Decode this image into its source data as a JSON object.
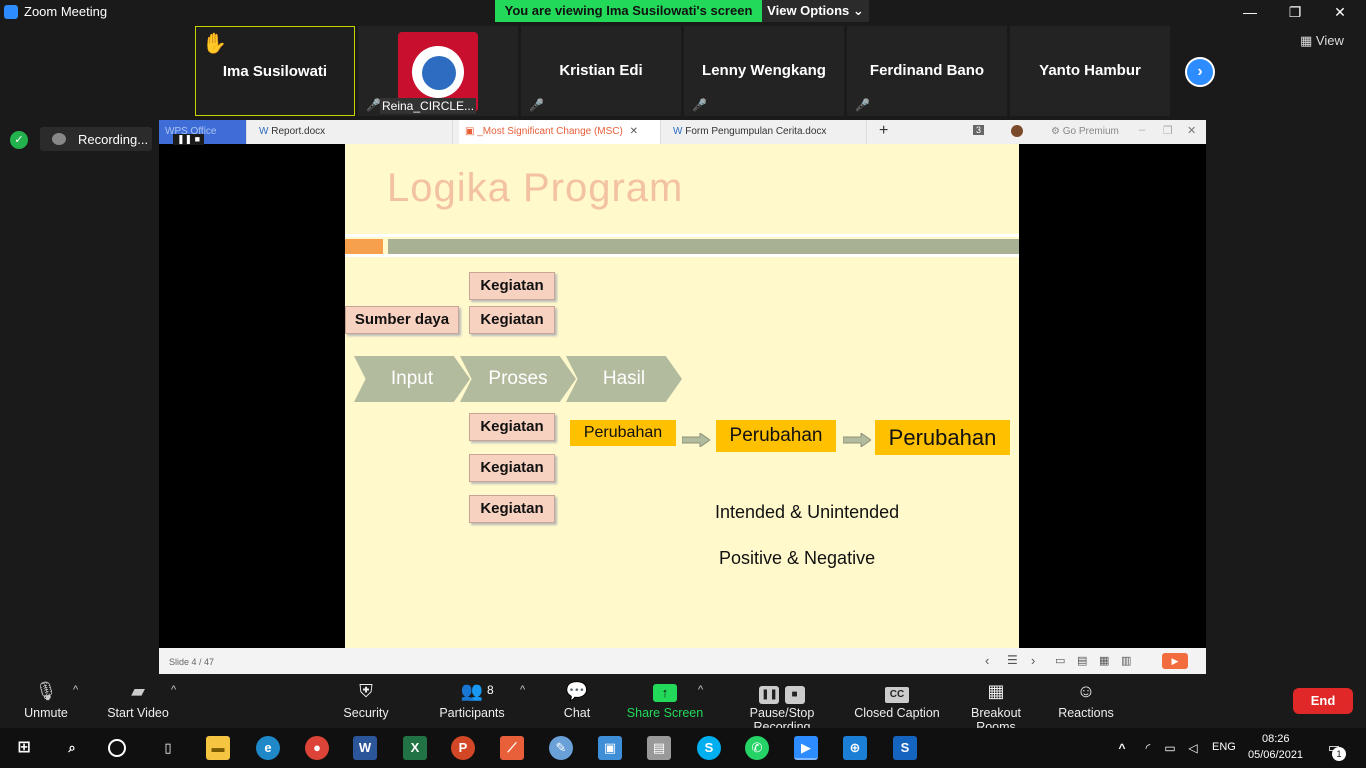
{
  "window": {
    "title": "Zoom Meeting",
    "viewing_banner": "You are viewing Ima Susilowati's screen",
    "view_options": "View Options",
    "view_label": "View"
  },
  "participants": [
    {
      "name": "Ima Susilowati",
      "raised_hand": true
    },
    {
      "name": "Reina_CIRCLE...",
      "muted": true
    },
    {
      "name": "Kristian Edi",
      "muted": true
    },
    {
      "name": "Lenny Wengkang",
      "muted": true
    },
    {
      "name": "Ferdinand Bano",
      "muted": true
    },
    {
      "name": "Yanto Hambur"
    }
  ],
  "recording": {
    "label": "Recording..."
  },
  "wps": {
    "tabs": [
      "WPS Office",
      "Report.docx",
      "_Most Significant Change (MSC)",
      "Form Pengumpulan Cerita.docx"
    ],
    "plus": "+",
    "badge": "3",
    "premium": "Go Premium",
    "status": "Slide 4 / 47"
  },
  "slide": {
    "title": "Logika Program",
    "sumber": "Sumber daya",
    "kegiatan": "Kegiatan",
    "chevrons": [
      "Input",
      "Proses",
      "Hasil"
    ],
    "perubahan": "Perubahan",
    "intended": "Intended & Unintended",
    "positive": "Positive & Negative"
  },
  "toolbar": {
    "unmute": "Unmute",
    "start_video": "Start Video",
    "security": "Security",
    "participants": "Participants",
    "participants_count": "8",
    "chat": "Chat",
    "share_screen": "Share Screen",
    "pause_stop": "Pause/Stop Recording",
    "closed_caption": "Closed Caption",
    "breakout": "Breakout Rooms",
    "reactions": "Reactions",
    "end": "End"
  },
  "taskbar": {
    "lang": "ENG",
    "time": "08:26",
    "date": "05/06/2021",
    "notif_count": "1"
  },
  "colors": {
    "zoom_blue": "#2d8cff",
    "banner_green": "#23d959",
    "end_red": "#e02828",
    "slide_bg": "#fff9cc",
    "perubahan_yellow": "#ffc000",
    "title_salmon": "#f3c2a2"
  }
}
